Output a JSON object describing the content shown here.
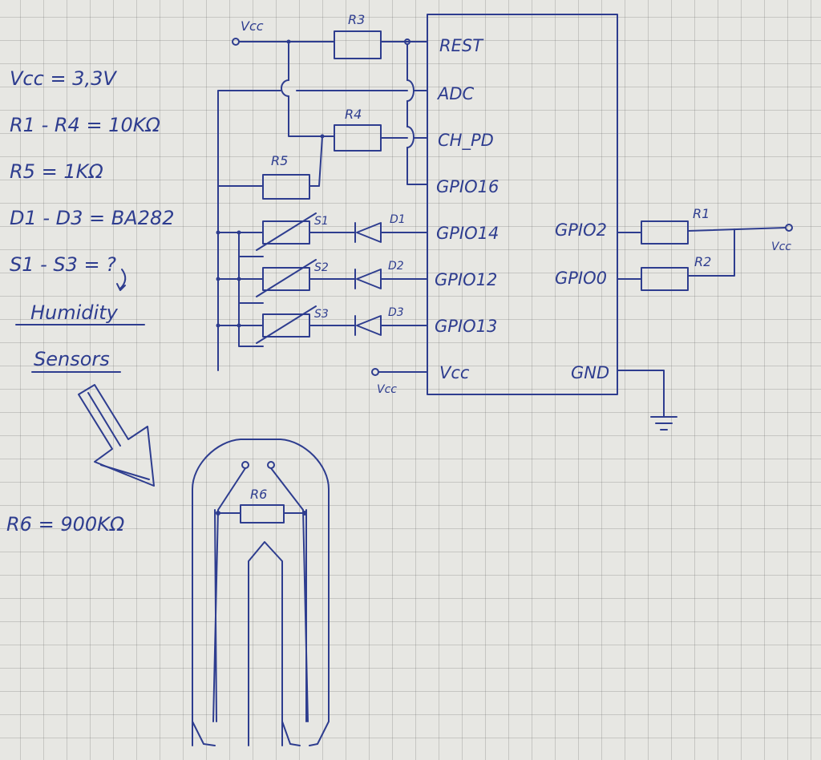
{
  "notes": {
    "vcc": "Vcc = 3,3V",
    "r1_r4": "R1 - R4 = 10KΩ",
    "r5": "R5 = 1KΩ",
    "d1_d3": "D1 - D3 = BA282",
    "s1_s3": "S1 - S3 = ?",
    "humidity": "Humidity",
    "sensors": "Sensors",
    "r6": "R6 = 900KΩ"
  },
  "chip": {
    "left_pins": [
      "REST",
      "ADC",
      "CH_PD",
      "GPIO16",
      "GPIO14",
      "GPIO12",
      "GPIO13",
      "Vcc"
    ],
    "right_pins": [
      "GPIO2",
      "GPIO0",
      "GND"
    ]
  },
  "components": {
    "r1": "R1",
    "r2": "R2",
    "r3": "R3",
    "r4": "R4",
    "r5": "R5",
    "r6": "R6",
    "s1": "S1",
    "s2": "S2",
    "s3": "S3",
    "d1": "D1",
    "d2": "D2",
    "d3": "D3"
  },
  "supply": {
    "vcc_top": "Vcc",
    "vcc_right": "Vcc",
    "vcc_chip": "Vcc"
  },
  "colors": {
    "ink": "#2e3d8f",
    "paper": "#e7e7e3",
    "grid": "#8a8a8a"
  }
}
